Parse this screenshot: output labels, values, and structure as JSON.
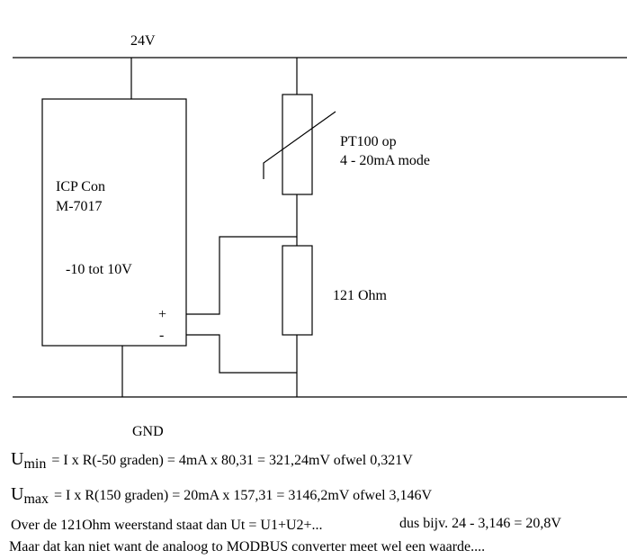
{
  "labels": {
    "supply": "24V",
    "ground": "GND",
    "module_name_1": "ICP Con",
    "module_name_2": "M-7017",
    "module_range": "-10 tot 10V",
    "terminal_plus": "+",
    "terminal_minus": "-",
    "sensor_1": "PT100 op",
    "sensor_2": "4 - 20mA mode",
    "resistor": "121 Ohm"
  },
  "equations": {
    "umin_symbol": "U",
    "umin_sub": "min",
    "umin_text": "= I x R(-50 graden) = 4mA x 80,31 = 321,24mV ofwel 0,321V",
    "umax_symbol": "U",
    "umax_sub": "max",
    "umax_text": "= I x R(150 graden) = 20mA x 157,31 = 3146,2mV ofwel 3,146V",
    "line3_a": "Over de 121Ohm weerstand staat dan Ut = U1+U2+...",
    "line3_b": "dus bijv. 24 - 3,146 = 20,8V",
    "line4": "Maar dat kan niet want de analoog to MODBUS converter meet wel een waarde...."
  }
}
